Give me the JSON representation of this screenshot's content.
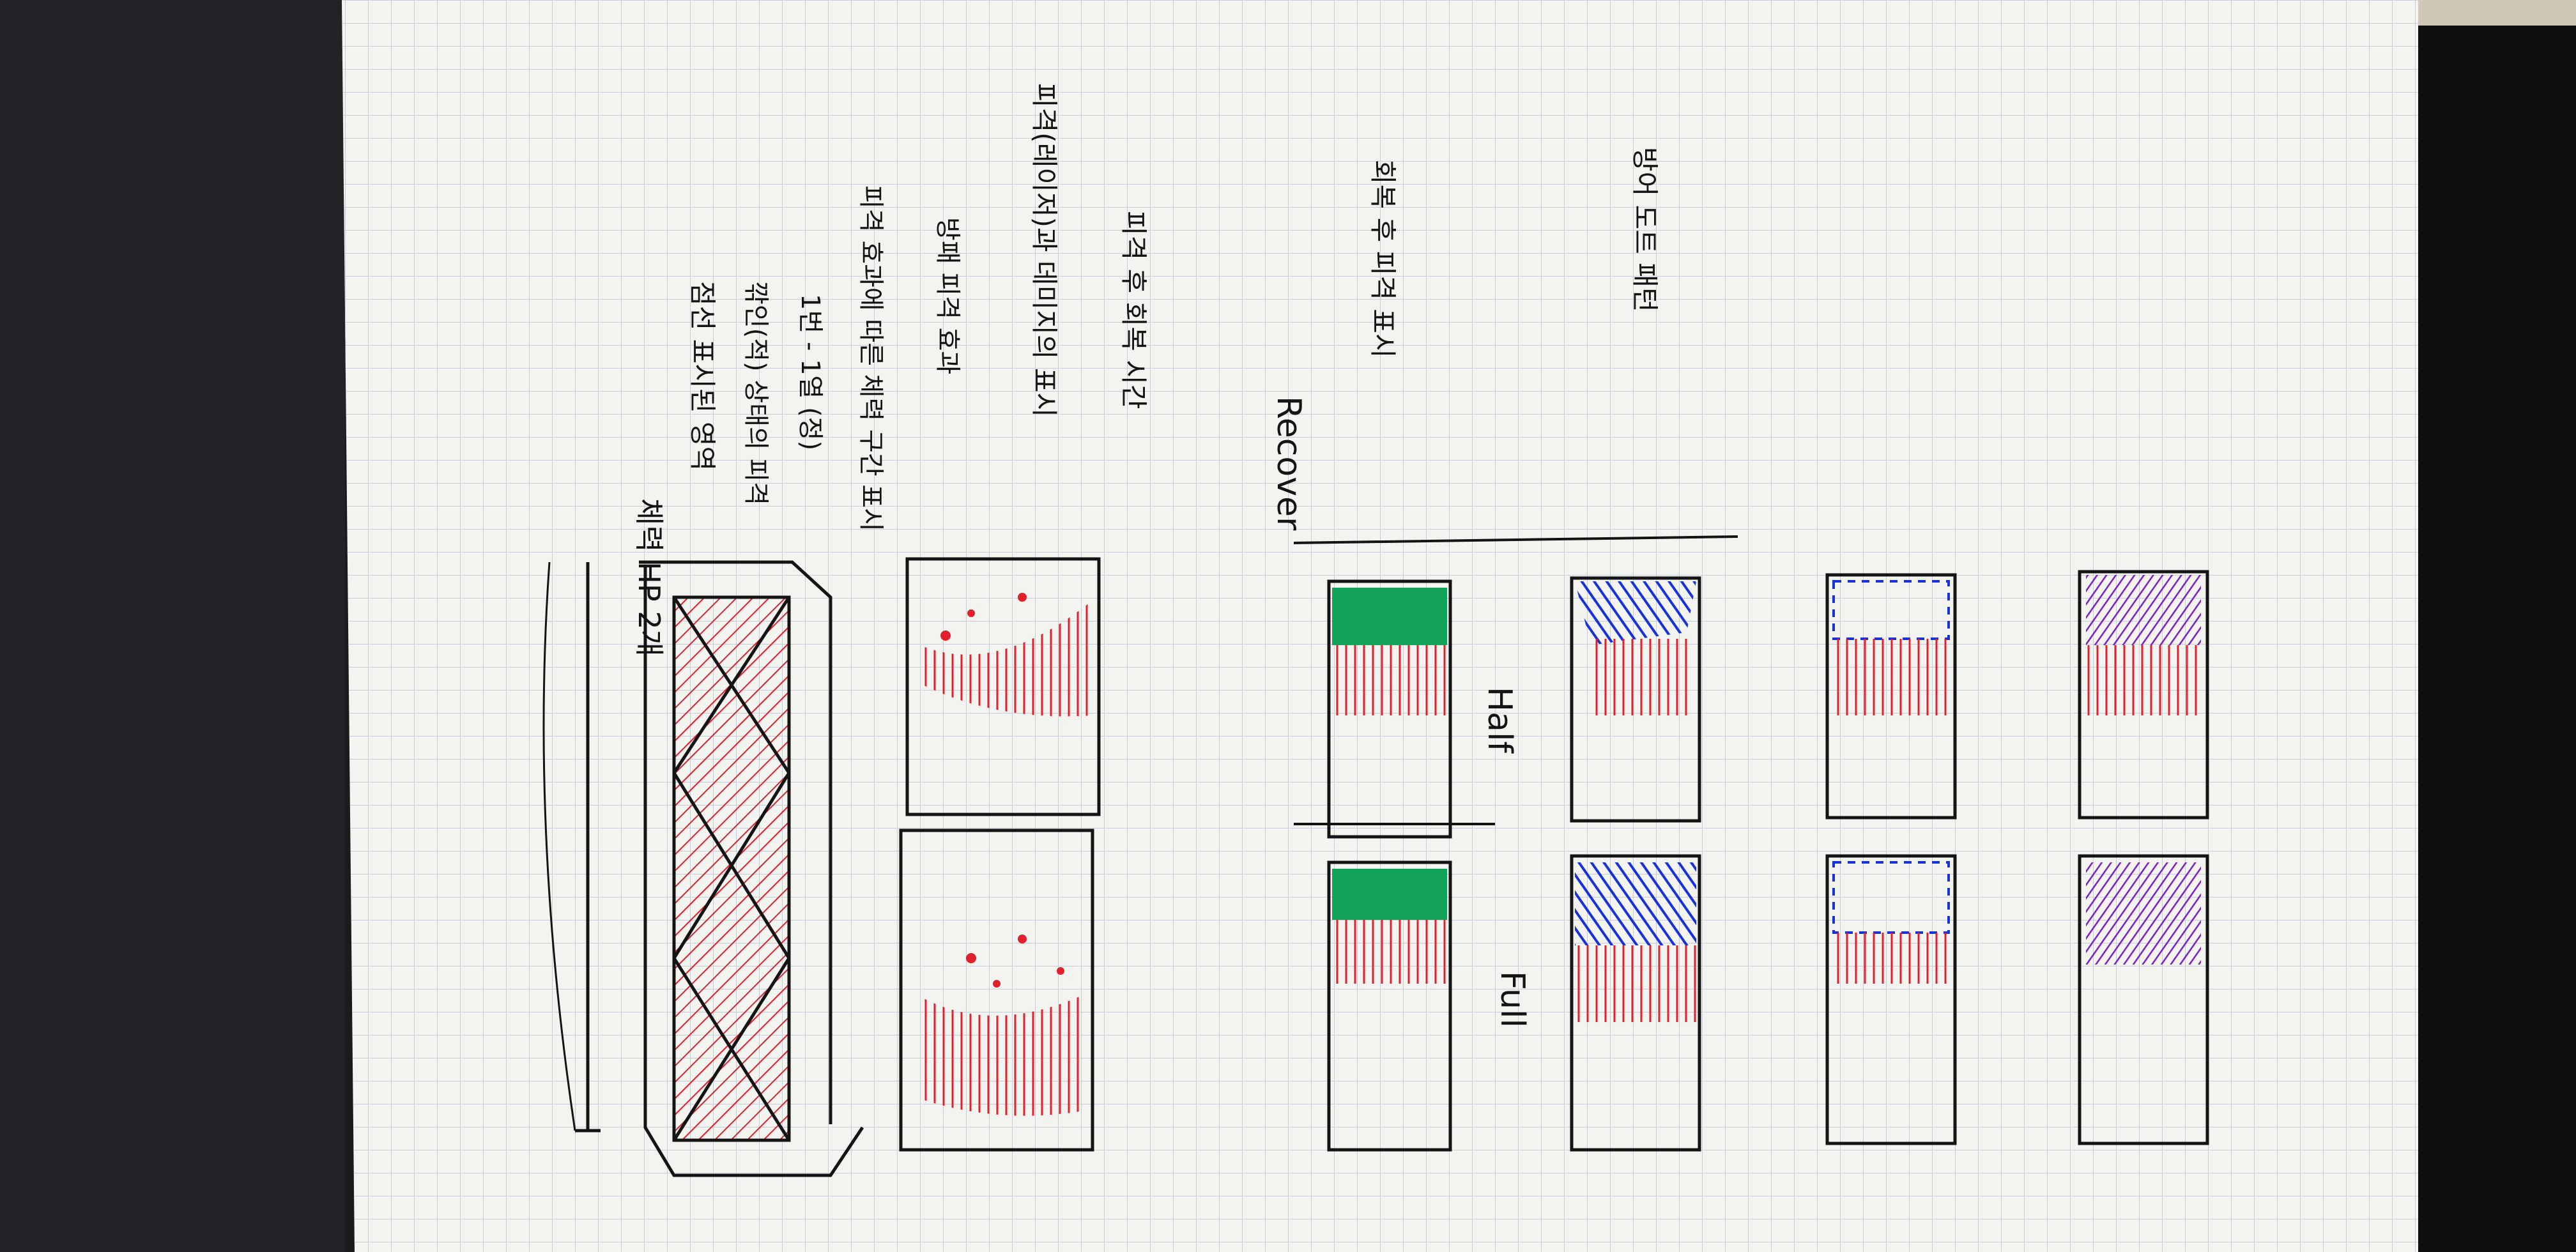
{
  "notebook_notes": {
    "col_1": "체력 HP 2개",
    "col_2": "점선 표시된 영역",
    "col_3": "깎인(적) 상태의 피격",
    "col_4": "1번 - 1열 (정)",
    "col_5": "피격 효과에 따른 체력 구간 표시",
    "col_6": "방패 피격 효과",
    "col_7": "피격(레이저)과 데미지의 표시",
    "col_8": "피격 후 회복 시간",
    "col_9": "회복 후 피격 표시",
    "col_10": "방어 도트 패턴"
  },
  "labels": {
    "recover": "Recover",
    "half": "Half",
    "full": "Full"
  },
  "colors": {
    "paper": "#f3f3f0",
    "grid": "#c9ccd0",
    "ink": "#141414",
    "red": "#e0202c",
    "green": "#12a25a",
    "blue": "#1632d8",
    "purple": "#7a1fd0"
  }
}
